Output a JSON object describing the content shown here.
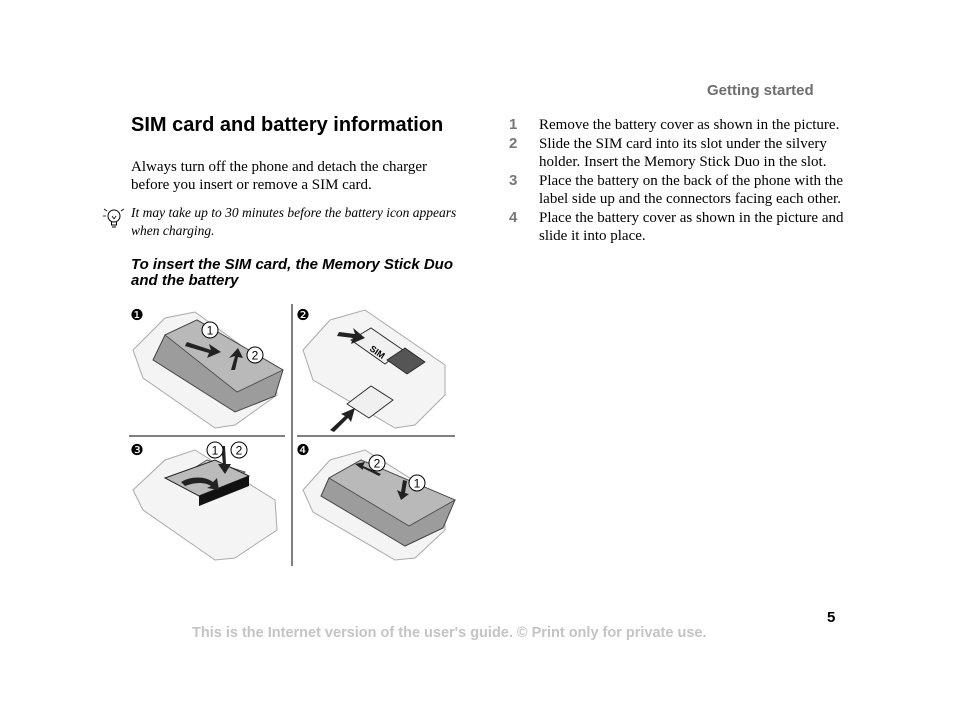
{
  "header": {
    "section_title": "Getting started"
  },
  "left": {
    "heading": "SIM card and battery information",
    "intro": "Always turn off the phone and detach the charger before you insert or remove a SIM card.",
    "tip": "It may take up to 30 minutes before the battery icon appears when charging.",
    "subheading": "To insert the SIM card, the Memory Stick Duo and the battery",
    "figure": {
      "panel_markers": [
        "❶",
        "❷",
        "❸",
        "❹"
      ],
      "callouts": [
        "1",
        "2"
      ],
      "sim_label": "SIM"
    }
  },
  "steps": [
    {
      "num": "1",
      "text": "Remove the battery cover as shown in the picture."
    },
    {
      "num": "2",
      "text": "Slide the SIM card into its slot under the silvery holder. Insert the Memory Stick Duo in the slot."
    },
    {
      "num": "3",
      "text": "Place the battery on the back of the phone with the label side up and the connectors facing each other."
    },
    {
      "num": "4",
      "text": "Place the battery cover as shown in the picture and slide it into place."
    }
  ],
  "footer": {
    "page_number": "5",
    "notice": "This is the Internet version of the user's guide. © Print only for private use."
  }
}
